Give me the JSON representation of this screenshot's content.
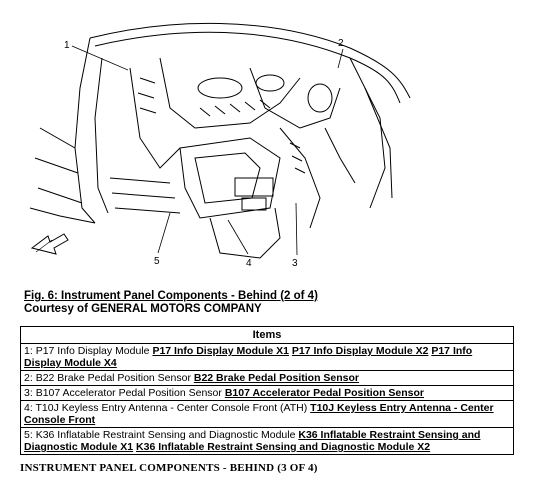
{
  "figure": {
    "callouts": [
      "1",
      "2",
      "3",
      "4",
      "5"
    ]
  },
  "caption": {
    "title": "Fig. 6: Instrument Panel Components - Behind (2 of 4)",
    "courtesy": "Courtesy of GENERAL MOTORS COMPANY"
  },
  "items_table": {
    "header": "Items",
    "rows": [
      {
        "num": "1:",
        "text": "P17 Info Display Module",
        "links": [
          "P17 Info Display Module X1",
          "P17 Info Display Module X2",
          "P17 Info Display Module X4"
        ]
      },
      {
        "num": "2:",
        "text": "B22 Brake Pedal Position Sensor",
        "links": [
          "B22 Brake Pedal Position Sensor"
        ]
      },
      {
        "num": "3:",
        "text": "B107 Accelerator Pedal Position Sensor",
        "links": [
          "B107 Accelerator Pedal Position Sensor"
        ]
      },
      {
        "num": "4:",
        "text": "T10J Keyless Entry Antenna - Center Console Front (ATH)",
        "links": [
          "T10J Keyless Entry Antenna - Center Console Front"
        ]
      },
      {
        "num": "5:",
        "text": "K36 Inflatable Restraint Sensing and Diagnostic Module",
        "links": [
          "K36 Inflatable Restraint Sensing and Diagnostic Module X1",
          "K36 Inflatable Restraint Sensing and Diagnostic Module X2"
        ]
      }
    ]
  },
  "section_heading": "INSTRUMENT PANEL COMPONENTS - BEHIND (3 OF 4)"
}
